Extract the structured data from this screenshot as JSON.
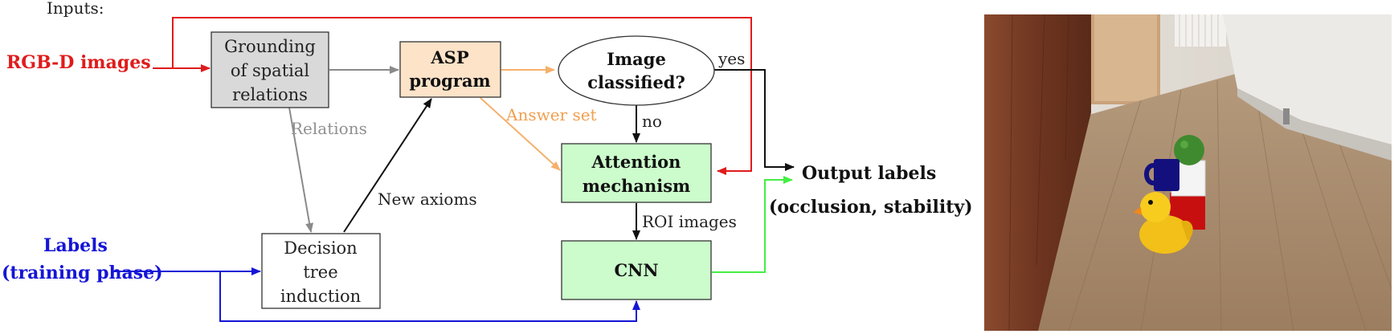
{
  "inputs_heading": "Inputs:",
  "inputs": {
    "rgbd": "RGB-D images",
    "labels_line1": "Labels",
    "labels_line2": "(training phase)"
  },
  "nodes": {
    "grounding": [
      "Grounding",
      "of spatial",
      "relations"
    ],
    "asp": [
      "ASP",
      "program"
    ],
    "classified": [
      "Image",
      "classified?"
    ],
    "attention": [
      "Attention",
      "mechanism"
    ],
    "cnn": "CNN",
    "decision_tree": [
      "Decision",
      "tree",
      "induction"
    ]
  },
  "edge_labels": {
    "relations": "Relations",
    "answer_set": "Answer set",
    "new_axioms": "New axioms",
    "yes": "yes",
    "no": "no",
    "roi_images": "ROI images"
  },
  "output": {
    "line1": "Output labels",
    "line2": "(occlusion, stability)"
  },
  "colors": {
    "rgbd": "#e01b1b",
    "labels": "#1515d6",
    "gray_edge": "#8a8a8a",
    "orange_edge": "#f5b06b",
    "green_edge": "#44ee44",
    "black_edge": "#111111",
    "grounding_fill": "#d9d9d9",
    "asp_fill": "#fde3c8",
    "green_fill": "#ccfccc",
    "answer_set_text": "#f0a050",
    "relations_text": "#909090"
  },
  "scene_image": {
    "description_icon": "scene-photo",
    "objects": [
      "duck-icon",
      "mug-icon",
      "ball-icon",
      "block-icon"
    ]
  }
}
